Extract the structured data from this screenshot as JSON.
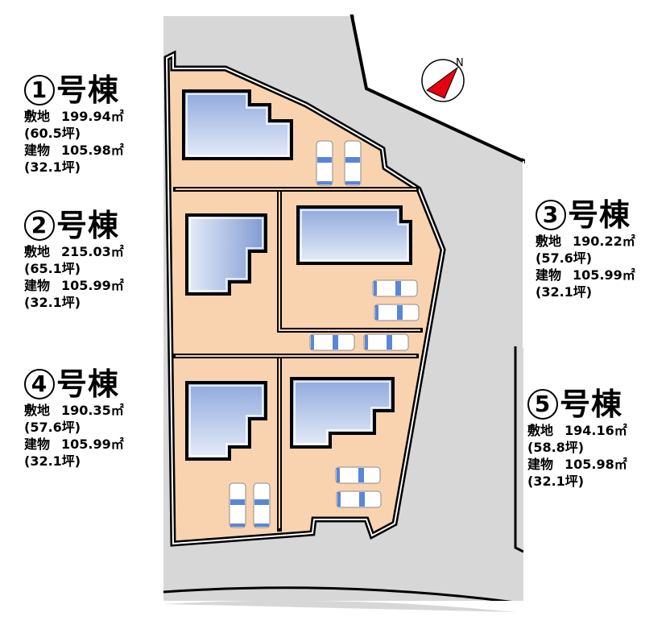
{
  "lots": [
    {
      "num": "1",
      "suffix": "号棟",
      "land_label": "敷地",
      "land_area": "199.94㎡",
      "land_tsubo": "(60.5坪)",
      "bldg_label": "建物",
      "bldg_area": "105.98㎡",
      "bldg_tsubo": "(32.1坪)"
    },
    {
      "num": "2",
      "suffix": "号棟",
      "land_label": "敷地",
      "land_area": "215.03㎡",
      "land_tsubo": "(65.1坪)",
      "bldg_label": "建物",
      "bldg_area": "105.99㎡",
      "bldg_tsubo": "(32.1坪)"
    },
    {
      "num": "3",
      "suffix": "号棟",
      "land_label": "敷地",
      "land_area": "190.22㎡",
      "land_tsubo": "(57.6坪)",
      "bldg_label": "建物",
      "bldg_area": "105.99㎡",
      "bldg_tsubo": "(32.1坪)"
    },
    {
      "num": "4",
      "suffix": "号棟",
      "land_label": "敷地",
      "land_area": "190.35㎡",
      "land_tsubo": "(57.6坪)",
      "bldg_label": "建物",
      "bldg_area": "105.99㎡",
      "bldg_tsubo": "(32.1坪)"
    },
    {
      "num": "5",
      "suffix": "号棟",
      "land_label": "敷地",
      "land_area": "194.16㎡",
      "land_tsubo": "(58.8坪)",
      "bldg_label": "建物",
      "bldg_area": "105.98㎡",
      "bldg_tsubo": "(32.1坪)"
    }
  ],
  "compass": {
    "label": "N",
    "icon": "north-arrow-icon"
  },
  "colors": {
    "road": "#d7d7d7",
    "lot": "#f9d3b0",
    "building": "#a9bde6",
    "compass": "#e60012"
  }
}
